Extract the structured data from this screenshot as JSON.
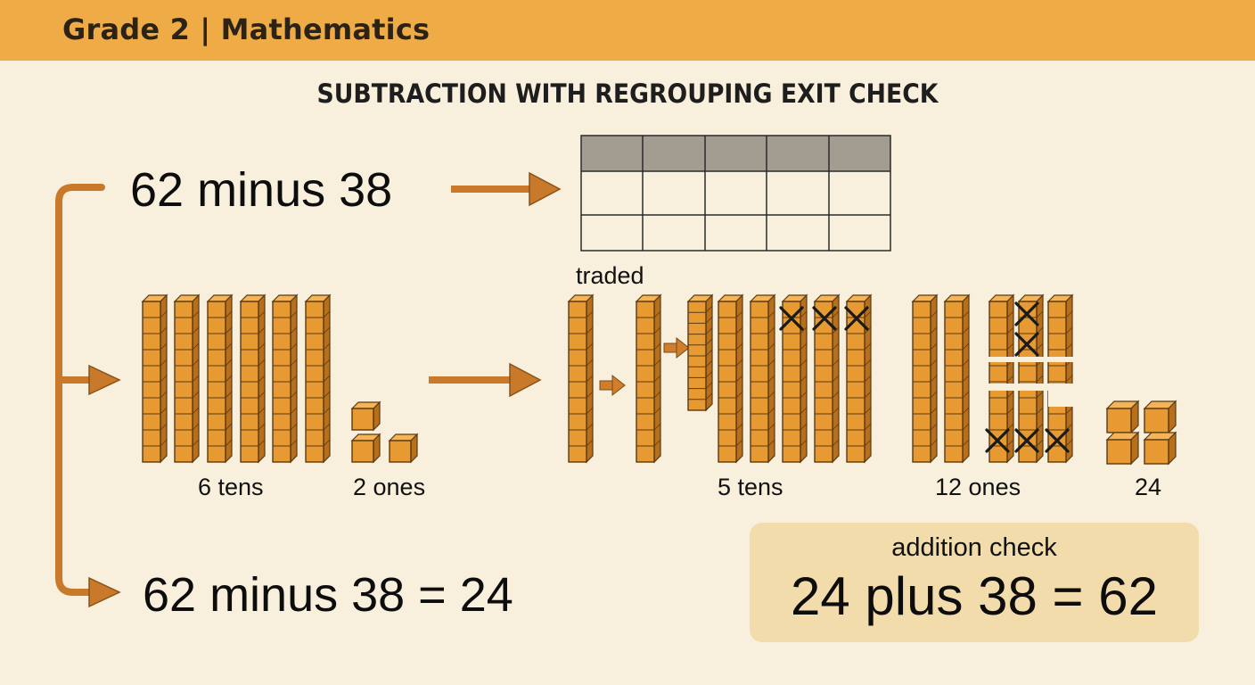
{
  "header": {
    "title": "Grade 2 | Mathematics"
  },
  "page_title": "SUBTRACTION WITH REGROUPING EXIT CHECK",
  "problem": "62 minus 38",
  "labels": {
    "tens_before": "6 tens",
    "ones_before": "2 ones",
    "traded": "traded",
    "tens_after": "5 tens",
    "ones_after": "12 ones",
    "result_blocks": "24"
  },
  "answer": "62 minus 38 = 24",
  "addition_check": {
    "title": "addition check",
    "equation": "24 plus 38 = 62"
  },
  "colors": {
    "block_fill": "#e79a32",
    "block_stroke": "#5a3a12",
    "arrow": "#c9792a",
    "header": "#efac46",
    "table_header": "#a39d91",
    "background": "#f8f0dc"
  }
}
